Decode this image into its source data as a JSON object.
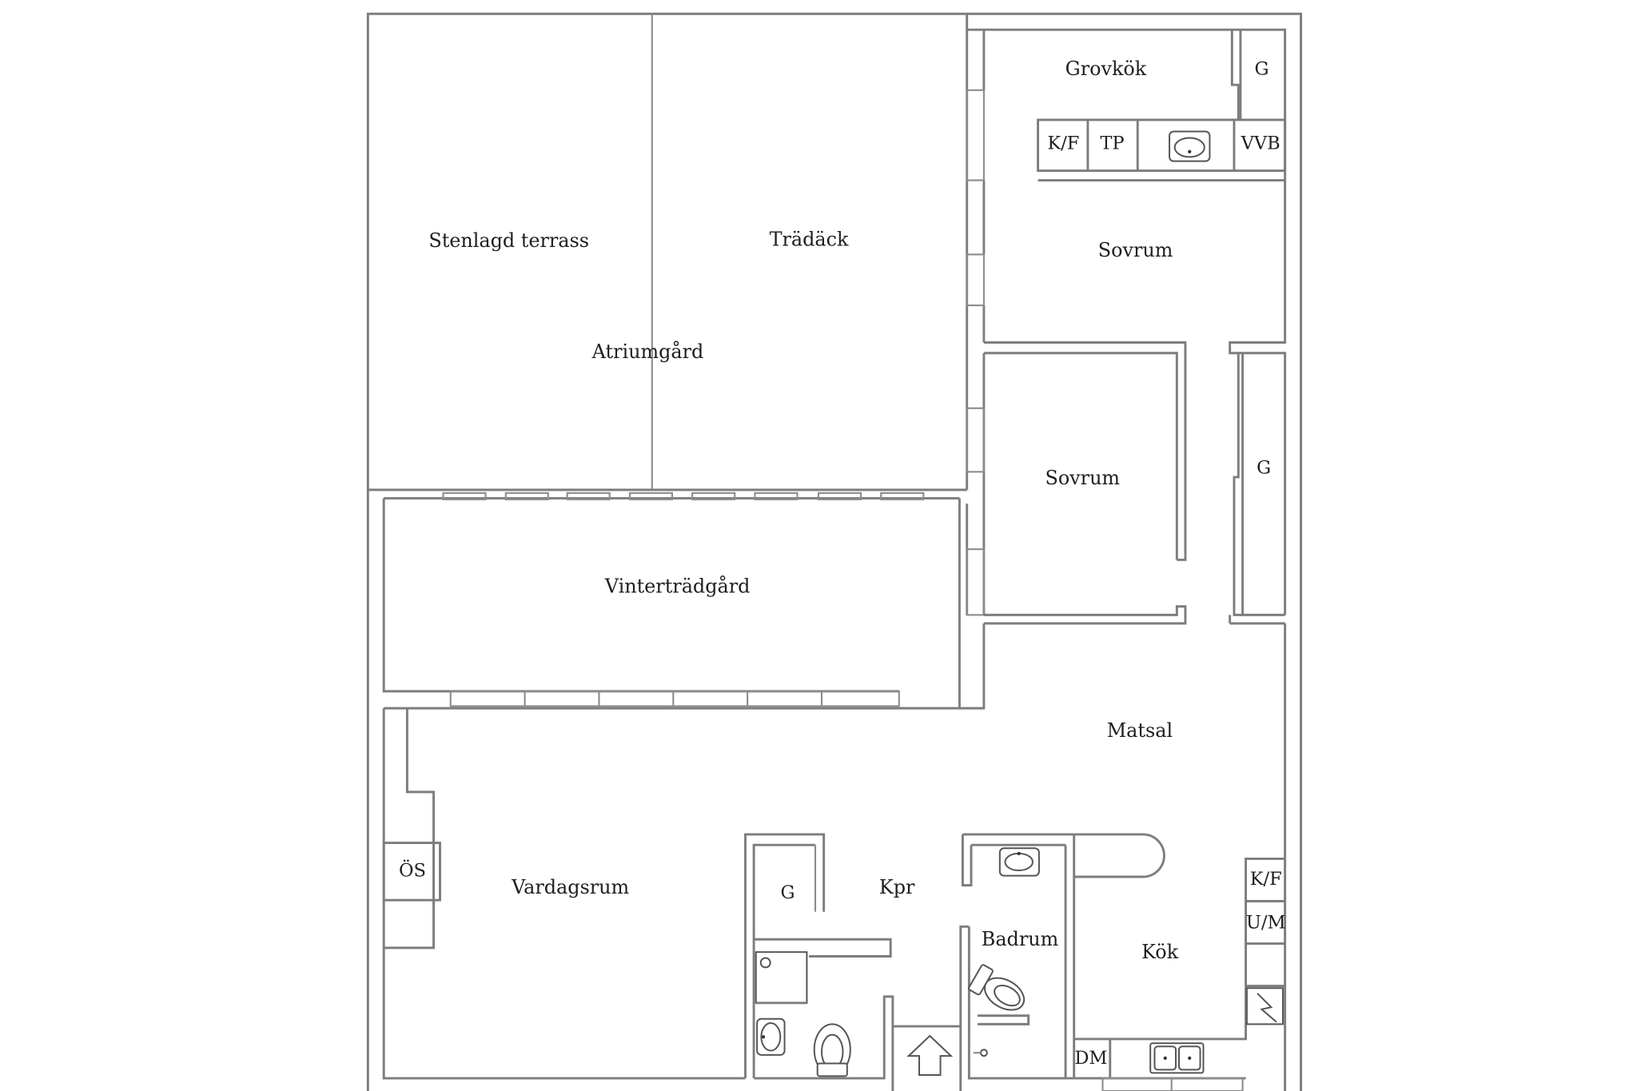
{
  "rooms": {
    "stenlagd_terrass": "Stenlagd terrass",
    "tradack": "Trädäck",
    "atriumgard": "Atriumgård",
    "grovkok": "Grovkök",
    "sovrum_1": "Sovrum",
    "sovrum_2": "Sovrum",
    "vintertradgard": "Vinterträdgård",
    "matsal": "Matsal",
    "vardagsrum": "Vardagsrum",
    "kpr": "Kpr",
    "badrum": "Badrum",
    "kok": "Kök"
  },
  "fixtures": {
    "g_grovkok": "G",
    "kf_grovkok": "K/F",
    "tp": "TP",
    "vvb": "VVB",
    "g_hall": "G",
    "os": "ÖS",
    "g_kpr": "G",
    "kf_kok": "K/F",
    "um": "U/M",
    "dm": "DM"
  },
  "colors": {
    "wall": "#7d7d7d",
    "text": "#1e1e1e",
    "background": "#ffffff"
  }
}
